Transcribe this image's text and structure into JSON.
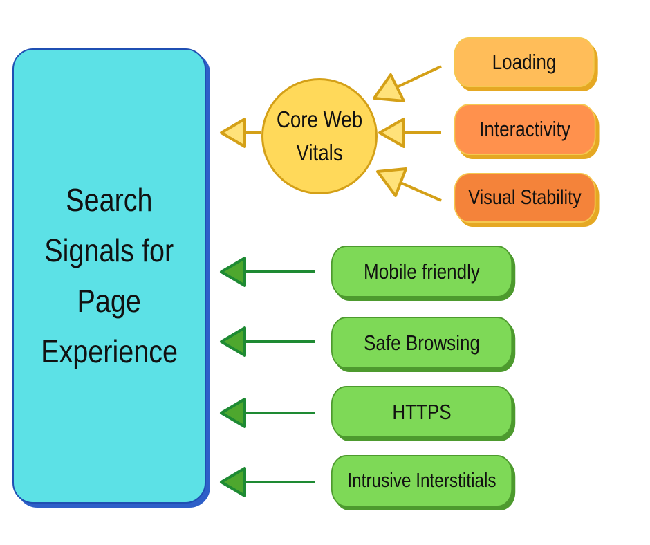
{
  "main": {
    "lines": [
      "Search",
      "Signals for",
      "Page",
      "Experience"
    ]
  },
  "core_web_vitals": {
    "lines": [
      "Core Web",
      "Vitals"
    ]
  },
  "vitals": [
    {
      "label": "Loading"
    },
    {
      "label": "Interactivity"
    },
    {
      "label": "Visual Stability"
    }
  ],
  "signals": [
    {
      "label": "Mobile friendly"
    },
    {
      "label": "Safe Browsing"
    },
    {
      "label": "HTTPS"
    },
    {
      "label": "Intrusive Interstitials"
    }
  ],
  "colors": {
    "main_fill": "#5ce1e6",
    "main_border": "#1f4fb3",
    "cwv_fill": "#ffd95a",
    "vital_arrow": "#d4a017",
    "signal_fill": "#7ed957",
    "signal_arrow": "#1e8a33"
  }
}
